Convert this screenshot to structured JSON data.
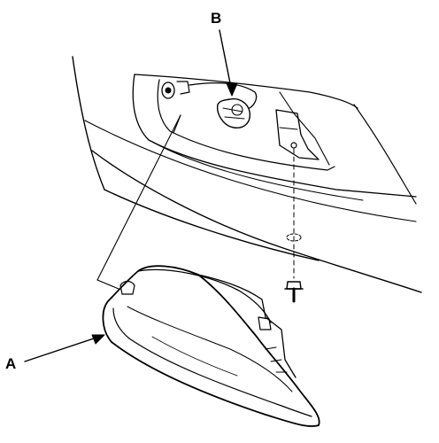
{
  "callouts": {
    "a": {
      "letter": "A",
      "part": "lens-housing"
    },
    "b": {
      "letter": "B",
      "part": "bulb-socket-connector"
    }
  },
  "colors": {
    "ink": "#000000",
    "paper": "#ffffff"
  }
}
